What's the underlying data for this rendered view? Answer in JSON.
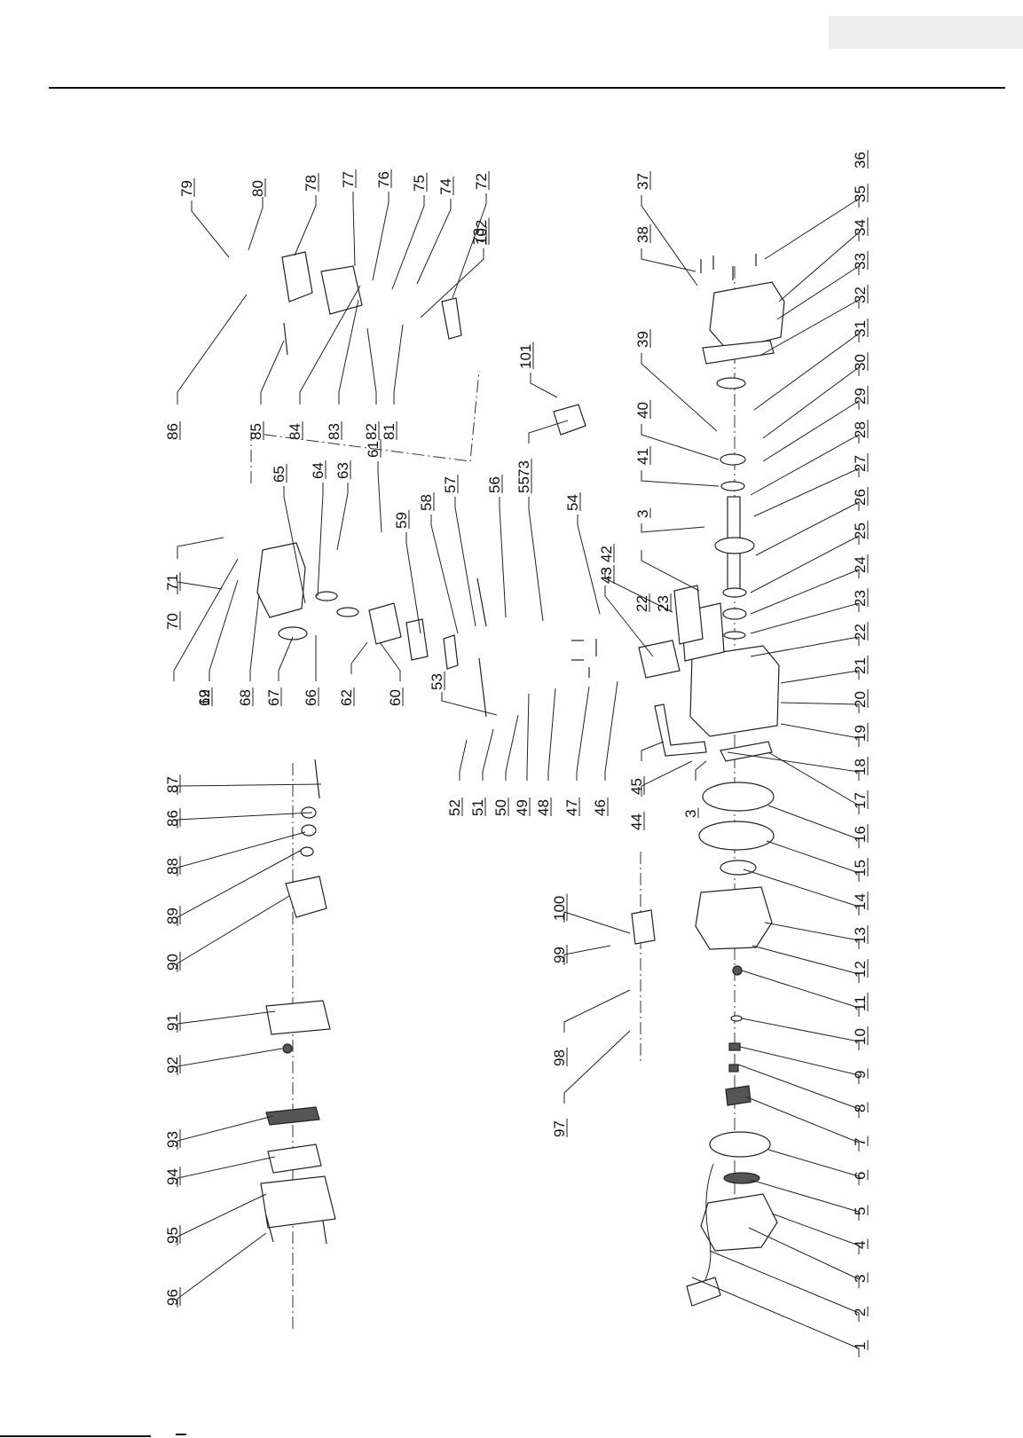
{
  "labels": [
    "1",
    "2",
    "3",
    "4",
    "5",
    "6",
    "7",
    "8",
    "9",
    "10",
    "11",
    "12",
    "13",
    "14",
    "15",
    "16",
    "17",
    "18",
    "19",
    "20",
    "21",
    "22",
    "23",
    "24",
    "25",
    "26",
    "27",
    "28",
    "29",
    "30",
    "31",
    "32",
    "33",
    "34",
    "35",
    "36",
    "37",
    "38",
    "39",
    "40",
    "41",
    "3",
    "42",
    "43",
    "44",
    "3",
    "45",
    "46",
    "47",
    "48",
    "49",
    "50",
    "51",
    "52",
    "53",
    "54",
    "55",
    "56",
    "57",
    "58",
    "59",
    "22",
    "23",
    "60",
    "61",
    "62",
    "63",
    "64",
    "65",
    "66",
    "67",
    "68",
    "69",
    "70",
    "71",
    "72",
    "73",
    "74",
    "75",
    "76",
    "77",
    "78",
    "79",
    "80",
    "81",
    "82",
    "83",
    "84",
    "85",
    "86",
    "87",
    "86",
    "88",
    "89",
    "90",
    "91",
    "92",
    "93",
    "94",
    "95",
    "96",
    "97",
    "98",
    "99",
    "100",
    "73",
    "101",
    "102",
    "12"
  ]
}
